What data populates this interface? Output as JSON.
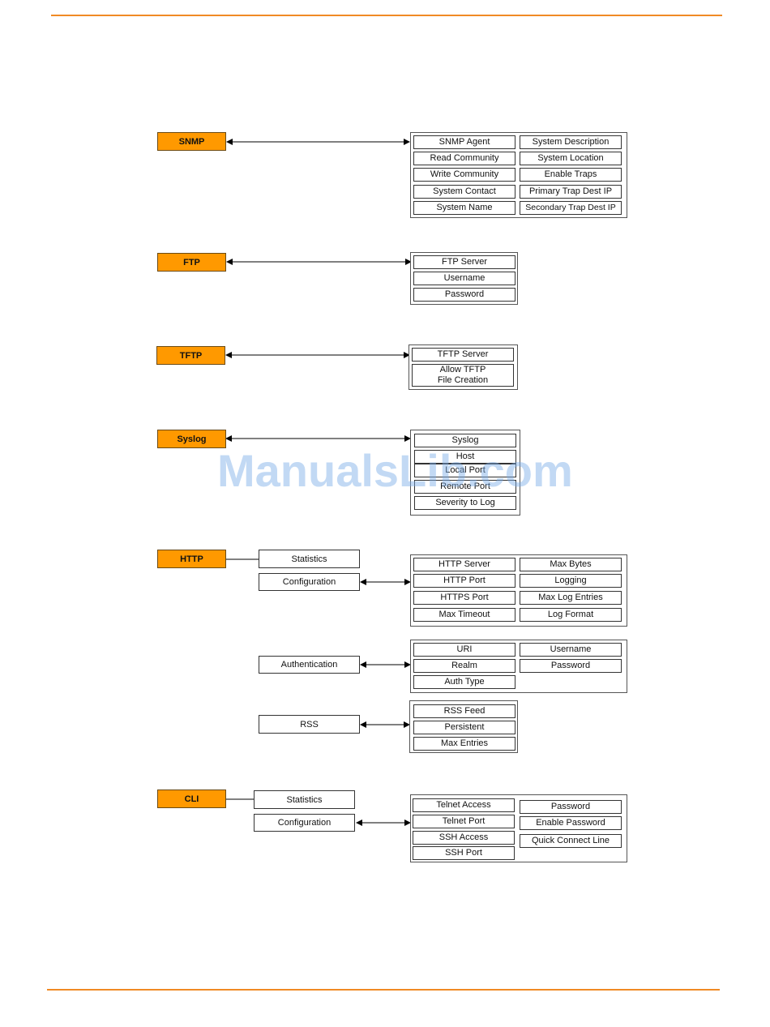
{
  "watermark": "ManualsLib.com",
  "colors": {
    "accent": "#ff9900",
    "rule": "#f08a24"
  },
  "nodes": {
    "snmp": {
      "label": "SNMP",
      "fields": [
        "SNMP Agent",
        "System Description",
        "Read Community",
        "System Location",
        "Write Community",
        "Enable Traps",
        "System Contact",
        "Primary Trap Dest IP",
        "System Name",
        "Secondary Trap Dest IP"
      ]
    },
    "ftp": {
      "label": "FTP",
      "fields": [
        "FTP Server",
        "Username",
        "Password"
      ]
    },
    "tftp": {
      "label": "TFTP",
      "fields": [
        "TFTP Server",
        "Allow TFTP\nFile Creation"
      ]
    },
    "syslog": {
      "label": "Syslog",
      "fields": [
        "Syslog",
        "Host",
        "Local Port",
        "Remote Port",
        "Severity to Log"
      ]
    },
    "http": {
      "label": "HTTP",
      "statistics": "Statistics",
      "configuration": "Configuration",
      "config_fields": [
        "HTTP Server",
        "Max Bytes",
        "HTTP Port",
        "Logging",
        "HTTPS Port",
        "Max Log Entries",
        "Max Timeout",
        "Log Format"
      ],
      "authentication": "Authentication",
      "auth_fields": [
        "URI",
        "Username",
        "Realm",
        "Password",
        "Auth Type"
      ],
      "rss": "RSS",
      "rss_fields": [
        "RSS Feed",
        "Persistent",
        "Max Entries"
      ]
    },
    "cli": {
      "label": "CLI",
      "statistics": "Statistics",
      "configuration": "Configuration",
      "config_fields": [
        "Telnet Access",
        "Password",
        "Telnet Port",
        "Enable Password",
        "SSH Access",
        "Quick Connect Line",
        "SSH Port"
      ]
    }
  }
}
